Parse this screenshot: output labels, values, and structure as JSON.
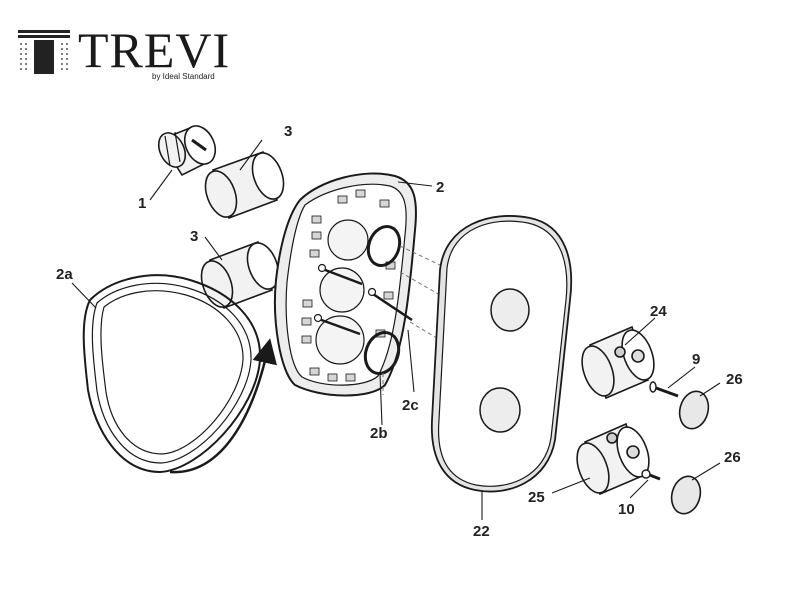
{
  "logo": {
    "brand": "TREVI",
    "tagline": "by Ideal Standard"
  },
  "callouts": {
    "c1": "1",
    "c2": "2",
    "c2a": "2a",
    "c2b": "2b",
    "c2c": "2c",
    "c3a": "3",
    "c3b": "3",
    "c9": "9",
    "c10": "10",
    "c22": "22",
    "c24": "24",
    "c25": "25",
    "c26a": "26",
    "c26b": "26"
  },
  "colors": {
    "line": "#1a1a1a",
    "part_fill": "#f2f2f2",
    "shade": "#d6d6d6"
  }
}
